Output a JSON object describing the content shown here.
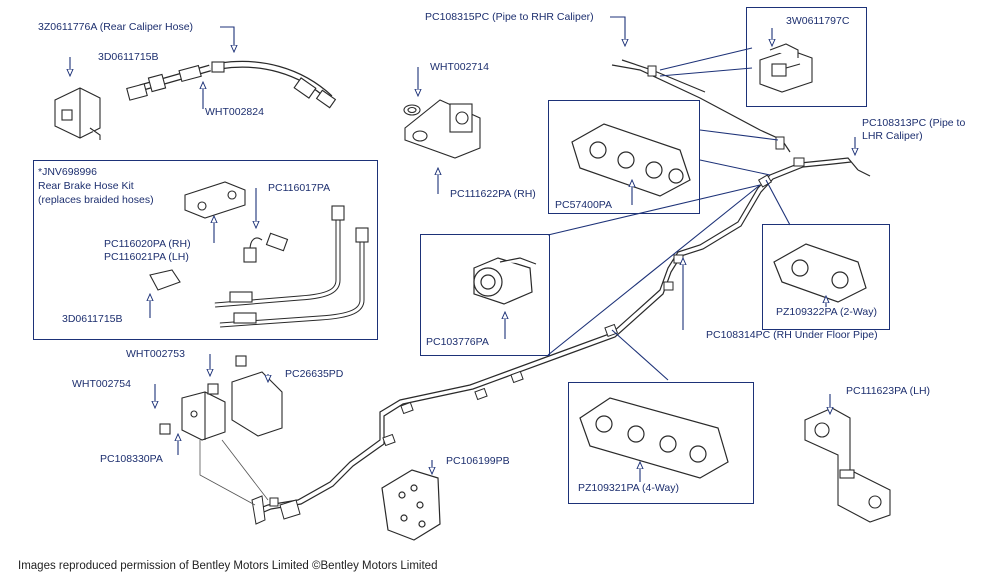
{
  "labels": {
    "rear_caliper_hose": "3Z0611776A (Rear Caliper Hose)",
    "bracket_3d_top": "3D0611715B",
    "wht002824": "WHT002824",
    "pc108315pc": "PC108315PC (Pipe to RHR Caliper)",
    "clip_3w": "3W0611797C",
    "wht002714": "WHT002714",
    "pc111622pa": "PC111622PA (RH)",
    "pc57400pa": "PC57400PA",
    "pc108313pc_1": "PC108313PC (Pipe to",
    "pc108313pc_2": "LHR Caliper)",
    "kit_1": "*JNV698996",
    "kit_2": "Rear Brake Hose Kit",
    "kit_3": "(replaces braided hoses)",
    "pc116017pa": "PC116017PA",
    "pc116020pa": "PC116020PA (RH)",
    "pc116021pa": "PC116021PA (LH)",
    "bracket_3d_kit": "3D0611715B",
    "pc103776pa": "PC103776PA",
    "pz109322pa": "PZ109322PA (2-Way)",
    "pc108314pc": "PC108314PC (RH Under Floor Pipe)",
    "wht002753": "WHT002753",
    "pc26635pd": "PC26635PD",
    "wht002754": "WHT002754",
    "pc108330pa": "PC108330PA",
    "pc106199pb": "PC106199PB",
    "pc111623pa": "PC111623PA (LH)",
    "pz109321pa": "PZ109321PA (4-Way)"
  },
  "footer": "Images reproduced permission of Bentley Motors Limited ©Bentley Motors Limited",
  "colors": {
    "label": "#1d2f6f",
    "box": "#1d3278",
    "line": "#2a2a2a"
  }
}
